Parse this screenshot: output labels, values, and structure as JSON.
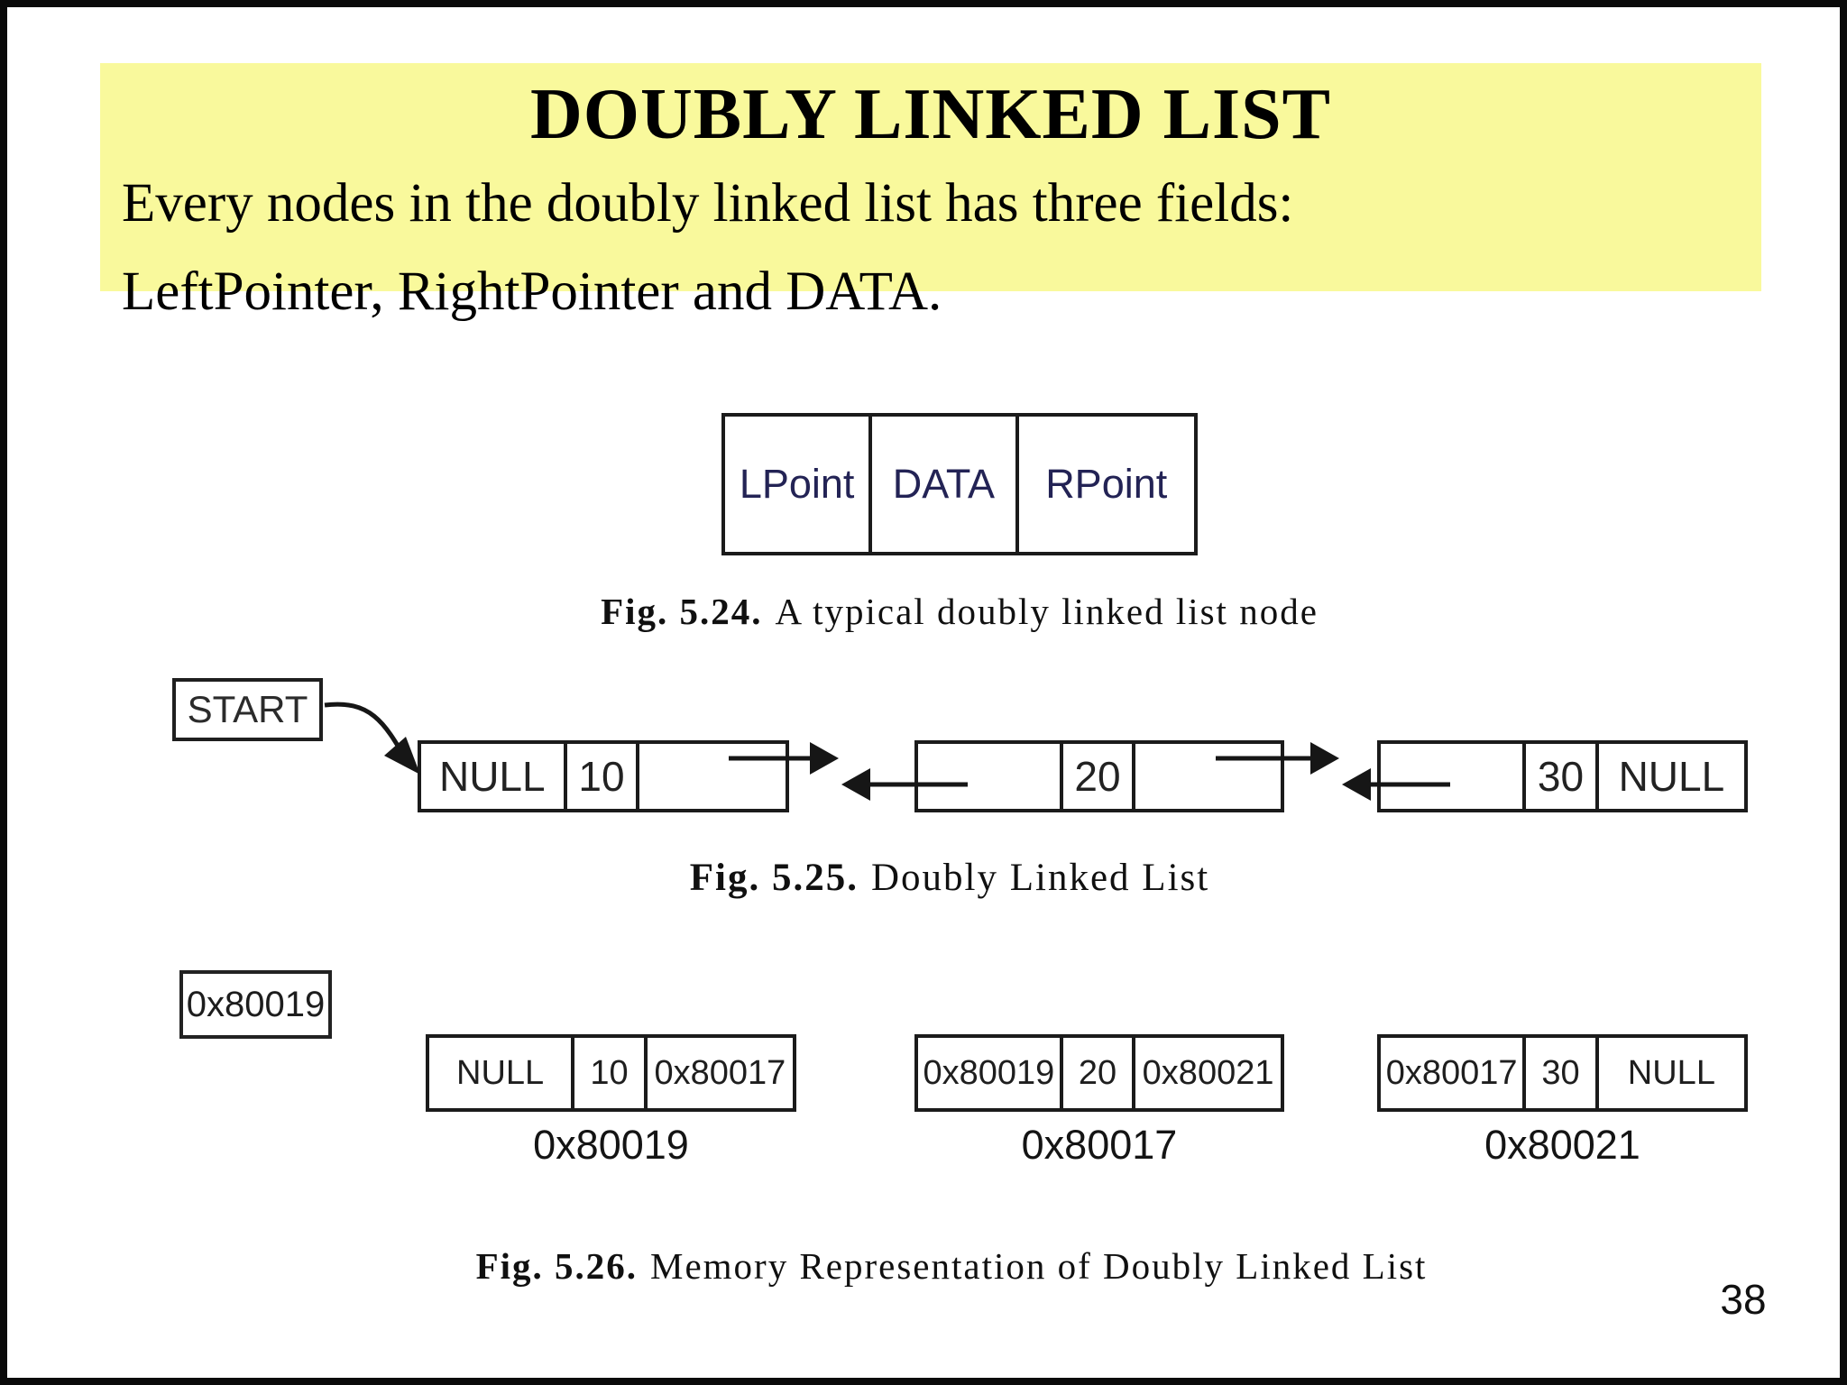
{
  "page": {
    "number": "38"
  },
  "header": {
    "title": "DOUBLY LINKED LIST",
    "line1": "Every nodes in the doubly linked list has three fields:",
    "line2": "LeftPointer, RightPointer and DATA.",
    "highlight_color": "#F9F99C"
  },
  "fig_node": {
    "cells": {
      "left": "LPoint",
      "data": "DATA",
      "right": "RPoint"
    },
    "label_color": "#232355",
    "caption_label": "Fig. 5.24.",
    "caption_text": "A typical doubly linked list node"
  },
  "fig_list": {
    "start_label": "START",
    "nodes": [
      {
        "left": "NULL",
        "data": "10",
        "right": ""
      },
      {
        "left": "",
        "data": "20",
        "right": ""
      },
      {
        "left": "",
        "data": "30",
        "right": "NULL"
      }
    ],
    "caption_label": "Fig. 5.25.",
    "caption_text": "Doubly Linked List"
  },
  "fig_memory": {
    "start_pointer": "0x80019",
    "nodes": [
      {
        "left": "NULL",
        "data": "10",
        "right": "0x80017",
        "address": "0x80019"
      },
      {
        "left": "0x80019",
        "data": "20",
        "right": "0x80021",
        "address": "0x80017"
      },
      {
        "left": "0x80017",
        "data": "30",
        "right": "NULL",
        "address": "0x80021"
      }
    ],
    "caption_label": "Fig. 5.26.",
    "caption_text": "Memory Representation of Doubly Linked List"
  }
}
